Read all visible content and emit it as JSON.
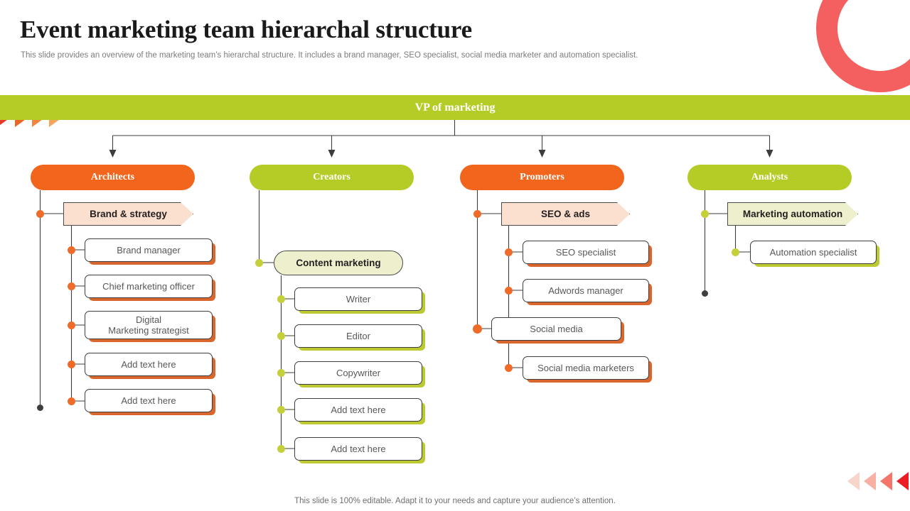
{
  "header": {
    "title": "Event marketing team hierarchal structure",
    "subtitle": "This slide provides an overview of the marketing team’s hierarchal structure. It includes a brand manager, SEO specialist, social media marketer and automation specialist."
  },
  "footer": {
    "note": "This slide is 100% editable. Adapt it to your needs and capture your audience’s attention."
  },
  "root": {
    "label": "VP of marketing"
  },
  "colors": {
    "banner_green": "#b5cc26",
    "pill_orange": "#f1661c",
    "arrow_peach": "#fbdfcf",
    "arrow_lime": "#eef0cd",
    "shadow_orange": "#d9662c",
    "shadow_green": "#bcc931",
    "dot_orange": "#ef6b2a",
    "dot_green": "#c4cf3a",
    "ring_red": "#f4605f"
  },
  "columns": [
    {
      "key": "architects",
      "label": "Architects",
      "accent": "orange",
      "subheads": [
        {
          "key": "brand-strategy",
          "label": "Brand & strategy",
          "shape": "arrow",
          "fill": "peach"
        }
      ],
      "leaves": [
        {
          "label": "Brand manager"
        },
        {
          "label": "Chief marketing officer"
        },
        {
          "label": "Digital\nMarketing  strategist"
        },
        {
          "label": "Add text here"
        },
        {
          "label": "Add text here"
        }
      ]
    },
    {
      "key": "creators",
      "label": "Creators",
      "accent": "green",
      "subheads": [
        {
          "key": "content-marketing",
          "label": "Content marketing",
          "shape": "pill",
          "fill": "lime"
        }
      ],
      "leaves": [
        {
          "label": "Writer"
        },
        {
          "label": "Editor"
        },
        {
          "label": "Copywriter"
        },
        {
          "label": "Add text here"
        },
        {
          "label": "Add text here"
        }
      ]
    },
    {
      "key": "promoters",
      "label": "Promoters",
      "accent": "orange",
      "subheads": [
        {
          "key": "seo-ads",
          "label": "SEO & ads",
          "shape": "arrow",
          "fill": "peach"
        },
        {
          "key": "social-media",
          "label": "Social media",
          "shape": "leaf",
          "fill": "white"
        }
      ],
      "leaves": [
        {
          "label": "SEO specialist"
        },
        {
          "label": "Adwords manager"
        },
        {
          "label": "Social media marketers"
        }
      ]
    },
    {
      "key": "analysts",
      "label": "Analysts",
      "accent": "green",
      "subheads": [
        {
          "key": "marketing-automation",
          "label": "Marketing automation",
          "shape": "arrow",
          "fill": "lime"
        }
      ],
      "leaves": [
        {
          "label": "Automation specialist"
        }
      ]
    }
  ]
}
